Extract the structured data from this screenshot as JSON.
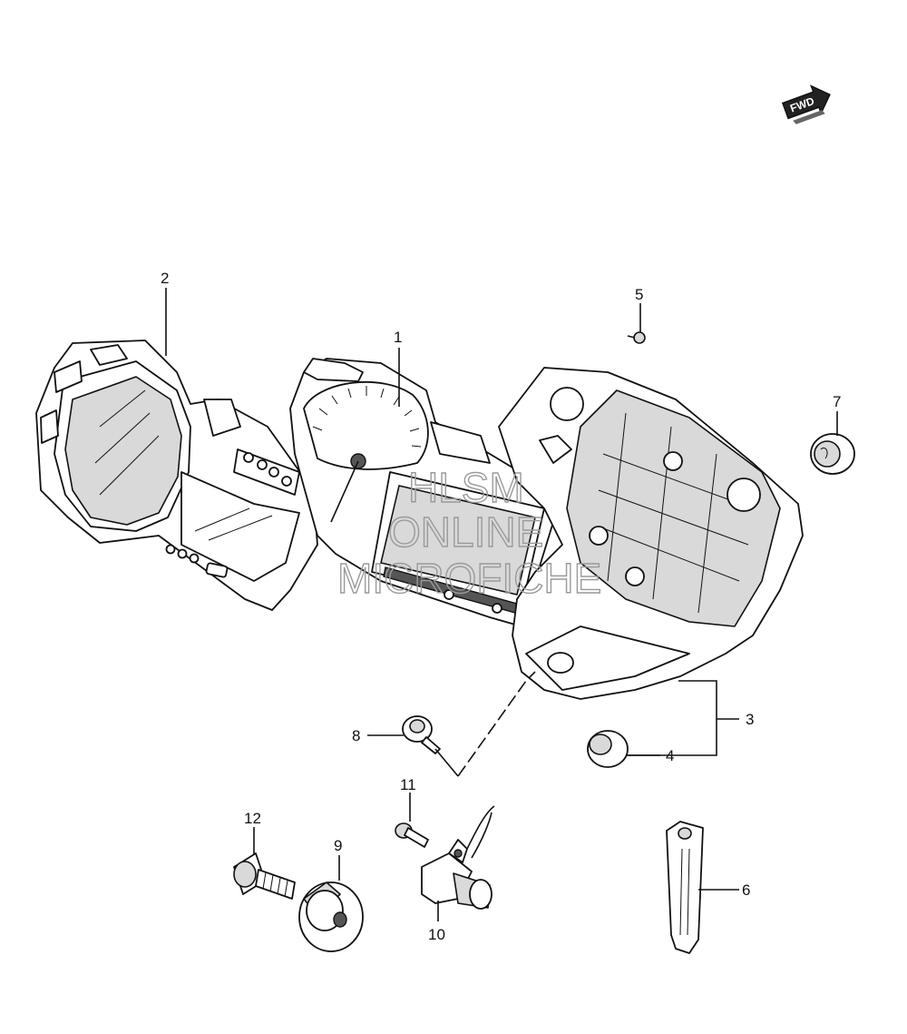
{
  "direction_badge": {
    "text": "FWD"
  },
  "watermark": {
    "line1": "HLSM",
    "line2": "ONLINE",
    "line3": "MICROFICHE"
  },
  "callouts": [
    {
      "id": "1",
      "text": "1"
    },
    {
      "id": "2",
      "text": "2"
    },
    {
      "id": "3",
      "text": "3"
    },
    {
      "id": "4",
      "text": "4"
    },
    {
      "id": "5",
      "text": "5"
    },
    {
      "id": "6",
      "text": "6"
    },
    {
      "id": "7",
      "text": "7"
    },
    {
      "id": "8",
      "text": "8"
    },
    {
      "id": "9",
      "text": "9"
    },
    {
      "id": "10",
      "text": "10"
    },
    {
      "id": "11",
      "text": "11"
    },
    {
      "id": "12",
      "text": "12"
    }
  ]
}
